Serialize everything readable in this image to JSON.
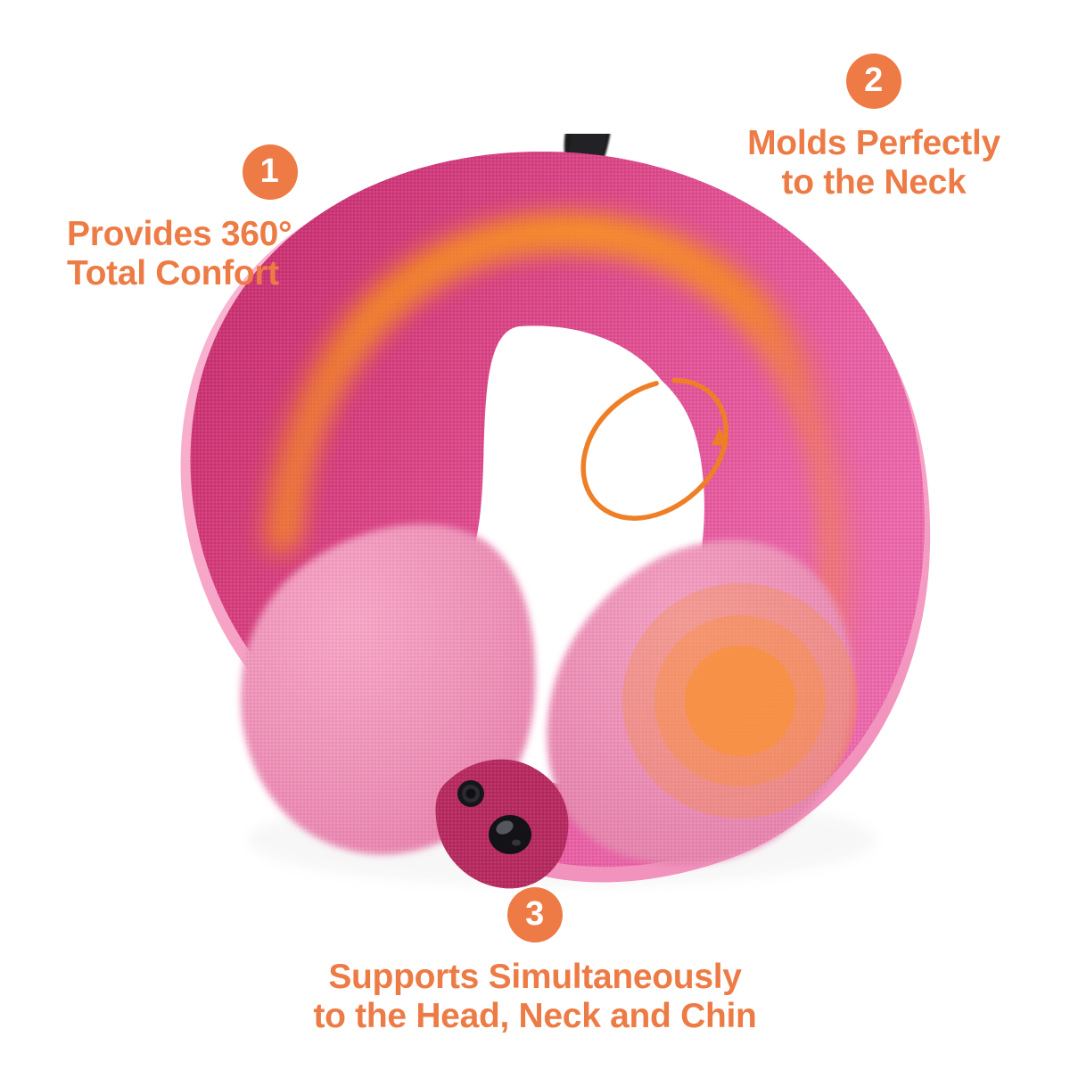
{
  "page": {
    "background_color": "#ffffff",
    "accent_color": "#ed7b45",
    "badge_color": "#ee7b45"
  },
  "callouts": [
    {
      "number": "1",
      "lines": [
        "Provides 360°",
        "Total Confort"
      ],
      "badge_name": "callout-badge-1"
    },
    {
      "number": "2",
      "lines": [
        "Molds Perfectly",
        "to the Neck"
      ],
      "badge_name": "callout-badge-2"
    },
    {
      "number": "3",
      "lines": [
        "Supports Simultaneously",
        "to the Head, Neck and Chin"
      ],
      "badge_name": "callout-badge-3"
    }
  ],
  "product": {
    "name": "memory-foam-travel-neck-pillow",
    "view": "top-down",
    "colors": {
      "shell_deep_magenta": "#c9306f",
      "shell_bright_pink": "#e25094",
      "shell_mid_pink": "#d63d7e",
      "inner_lobe_pink": "#ef8ab4",
      "edge_trim_pink": "#f5a9c8",
      "neck_opening": "#ffffff",
      "heat_glow_orange": "#f4891f",
      "heat_zone_orange": "#f79246",
      "hang_loop_black": "#1b1b1f",
      "snap_button_black": "#16161a",
      "clasp_tab_magenta": "#b72a60"
    },
    "parts": [
      {
        "name": "hang-loop",
        "label": "Black fabric hang loop"
      },
      {
        "name": "outer-shell",
        "label": "U-shaped pink mesh shell"
      },
      {
        "name": "neck-opening",
        "label": "White neck opening"
      },
      {
        "name": "left-inner-lobe",
        "label": "Light pink left support lobe"
      },
      {
        "name": "right-inner-lobe",
        "label": "Light pink right support lobe"
      },
      {
        "name": "heat-glow-arc",
        "label": "Orange glow arc along inner rim"
      },
      {
        "name": "heat-zone-rings",
        "label": "Concentric orange support zone"
      },
      {
        "name": "rotation-arrow",
        "label": "360 degree rotation arrow"
      },
      {
        "name": "snap-clasp",
        "label": "Snap button closure tab"
      },
      {
        "name": "edge-trim",
        "label": "Light pink piping along bottom edge"
      }
    ]
  }
}
